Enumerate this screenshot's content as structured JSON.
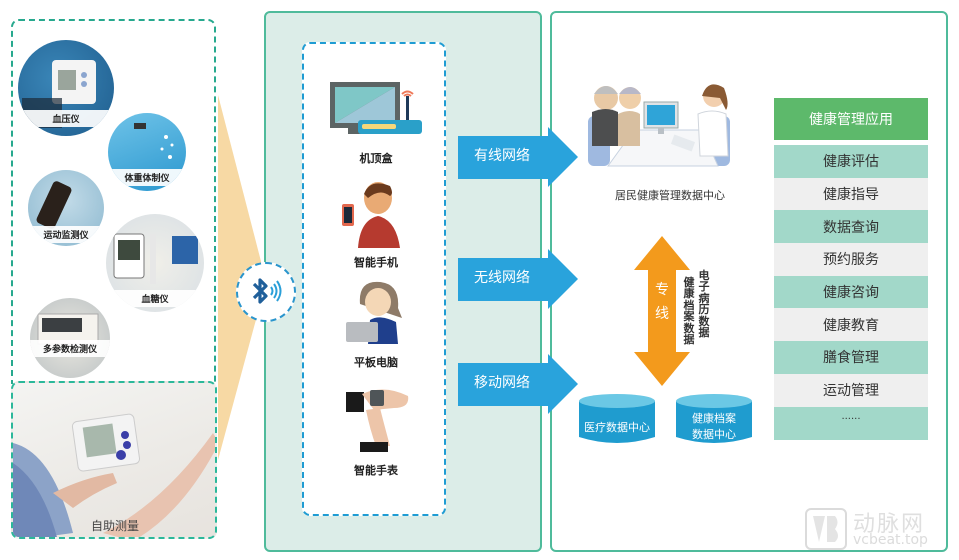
{
  "devices": {
    "items": [
      {
        "label": "血压仪",
        "icon": "blood-pressure-monitor"
      },
      {
        "label": "体重体制仪",
        "icon": "body-scale"
      },
      {
        "label": "运动监测仪",
        "icon": "activity-tracker"
      },
      {
        "label": "血糖仪",
        "icon": "glucose-meter"
      },
      {
        "label": "多参数检测仪",
        "icon": "multi-parameter-monitor"
      }
    ],
    "self_measure_label": "自助测量"
  },
  "connectivity": {
    "bluetooth_icon": "bluetooth-icon"
  },
  "terminals": [
    {
      "label": "机顶盒",
      "icon": "set-top-box"
    },
    {
      "label": "智能手机",
      "icon": "smartphone"
    },
    {
      "label": "平板电脑",
      "icon": "tablet"
    },
    {
      "label": "智能手表",
      "icon": "smartwatch"
    }
  ],
  "networks": [
    {
      "label": "有线网络"
    },
    {
      "label": "无线网络"
    },
    {
      "label": "移动网络"
    }
  ],
  "data_center": {
    "caption": "居民健康管理数据中心",
    "dedicated_line": "专线",
    "flow_labels": [
      "健康档案数据",
      "电子病历数据"
    ],
    "databases": [
      {
        "line1": "医疗数据中心",
        "line2": ""
      },
      {
        "line1": "健康档案",
        "line2": "数据中心"
      }
    ]
  },
  "apps": {
    "header": "健康管理应用",
    "items": [
      "健康评估",
      "健康指导",
      "数据查询",
      "预约服务",
      "健康咨询",
      "健康教育",
      "膳食管理",
      "运动管理",
      "......"
    ]
  },
  "watermark": {
    "brand": "动脉网",
    "domain": "vcbeat.top"
  },
  "colors": {
    "panel_border": "#4fbb9b",
    "panel_fill": "#dcede8",
    "arrow_blue": "#29a3dc",
    "dedicated_orange": "#f39a1c",
    "app_header_green": "#5db96b",
    "app_row_teal": "#a2d8c9",
    "app_row_gray": "#efefef",
    "funnel": "#f7d9a4"
  }
}
